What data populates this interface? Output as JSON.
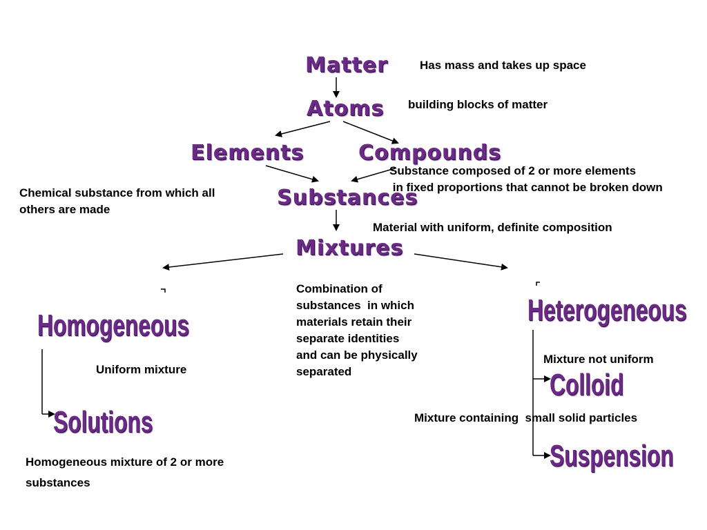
{
  "nodes": {
    "matter": "Matter",
    "atoms": "Atoms",
    "elements": "Elements",
    "compounds": "Compounds",
    "substances": "Substances",
    "mixtures": "Mixtures",
    "homogeneous": "Homogeneous",
    "solutions": "Solutions",
    "heterogeneous": "Heterogeneous",
    "colloid": "Colloid",
    "suspension": "Suspension"
  },
  "notes": {
    "matter": "Has mass and takes up space",
    "atoms": "building blocks of matter",
    "compound": "Substance composed of 2 or more elements\n in fixed proportions that cannot be broken down",
    "element": "Chemical substance from which all\nothers are made",
    "substance": "Material with uniform, definite composition",
    "mixture": "Combination of\nsubstances  in which\nmaterials retain their\nseparate identities\nand can be physically\nseparated",
    "homogeneous": "Uniform mixture",
    "solution": "Homogeneous mixture of 2 or more\nsubstances",
    "heterogeneous": "Mixture not uniform",
    "colloid": "Mixture containing  small solid particles"
  },
  "colors": {
    "node": "#6b2a86",
    "line": "#000000",
    "note": "#000000"
  }
}
